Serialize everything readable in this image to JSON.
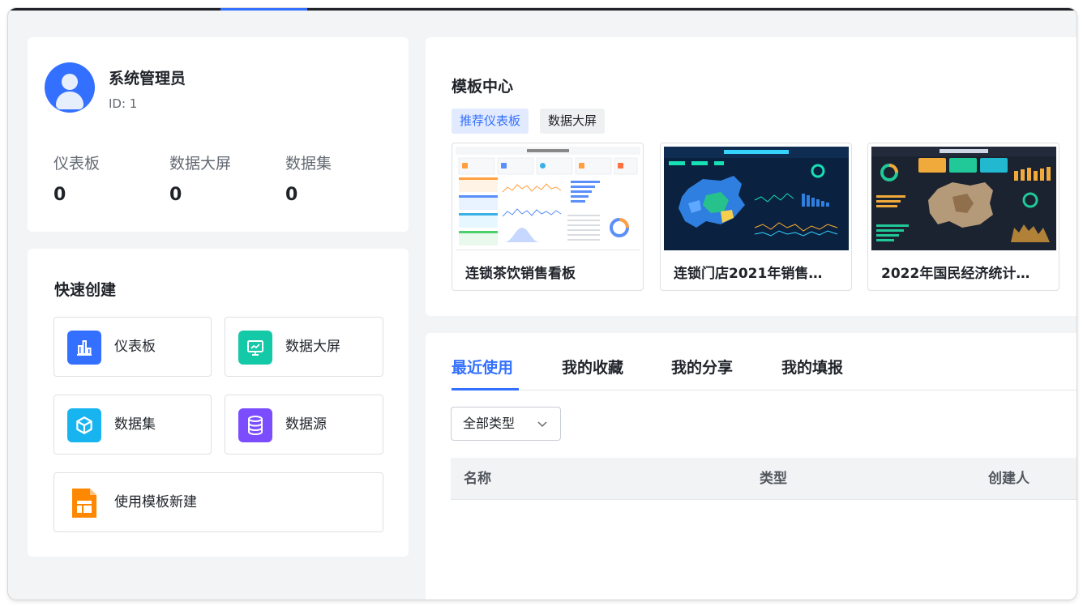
{
  "colors": {
    "accent": "#3370ff",
    "background": "#f3f4f6"
  },
  "user": {
    "name": "系统管理员",
    "id_text": "ID: 1",
    "avatar_icon": "user-icon"
  },
  "stats": [
    {
      "label": "仪表板",
      "value": "0"
    },
    {
      "label": "数据大屏",
      "value": "0"
    },
    {
      "label": "数据集",
      "value": "0"
    }
  ],
  "quick_create": {
    "title": "快速创建",
    "items": [
      {
        "label": "仪表板",
        "icon": "bar-chart-icon",
        "color": "#3370ff"
      },
      {
        "label": "数据大屏",
        "icon": "monitor-icon",
        "color": "#14c9a8"
      },
      {
        "label": "数据集",
        "icon": "cube-icon",
        "color": "#18b4f0"
      },
      {
        "label": "数据源",
        "icon": "database-icon",
        "color": "#7c4dff"
      },
      {
        "label": "使用模板新建",
        "icon": "template-icon",
        "color": "#ff8800"
      }
    ]
  },
  "template_center": {
    "title": "模板中心",
    "tabs": [
      {
        "label": "推荐仪表板",
        "active": true
      },
      {
        "label": "数据大屏",
        "active": false
      }
    ],
    "cards": [
      {
        "name": "连锁茶饮销售看板"
      },
      {
        "name": "连锁门店2021年销售…"
      },
      {
        "name": "2022年国民经济统计…"
      }
    ]
  },
  "recent": {
    "tabs": [
      {
        "label": "最近使用",
        "active": true
      },
      {
        "label": "我的收藏",
        "active": false
      },
      {
        "label": "我的分享",
        "active": false
      },
      {
        "label": "我的填报",
        "active": false
      }
    ],
    "type_filter": "全部类型",
    "columns": [
      "名称",
      "类型",
      "创建人"
    ]
  }
}
